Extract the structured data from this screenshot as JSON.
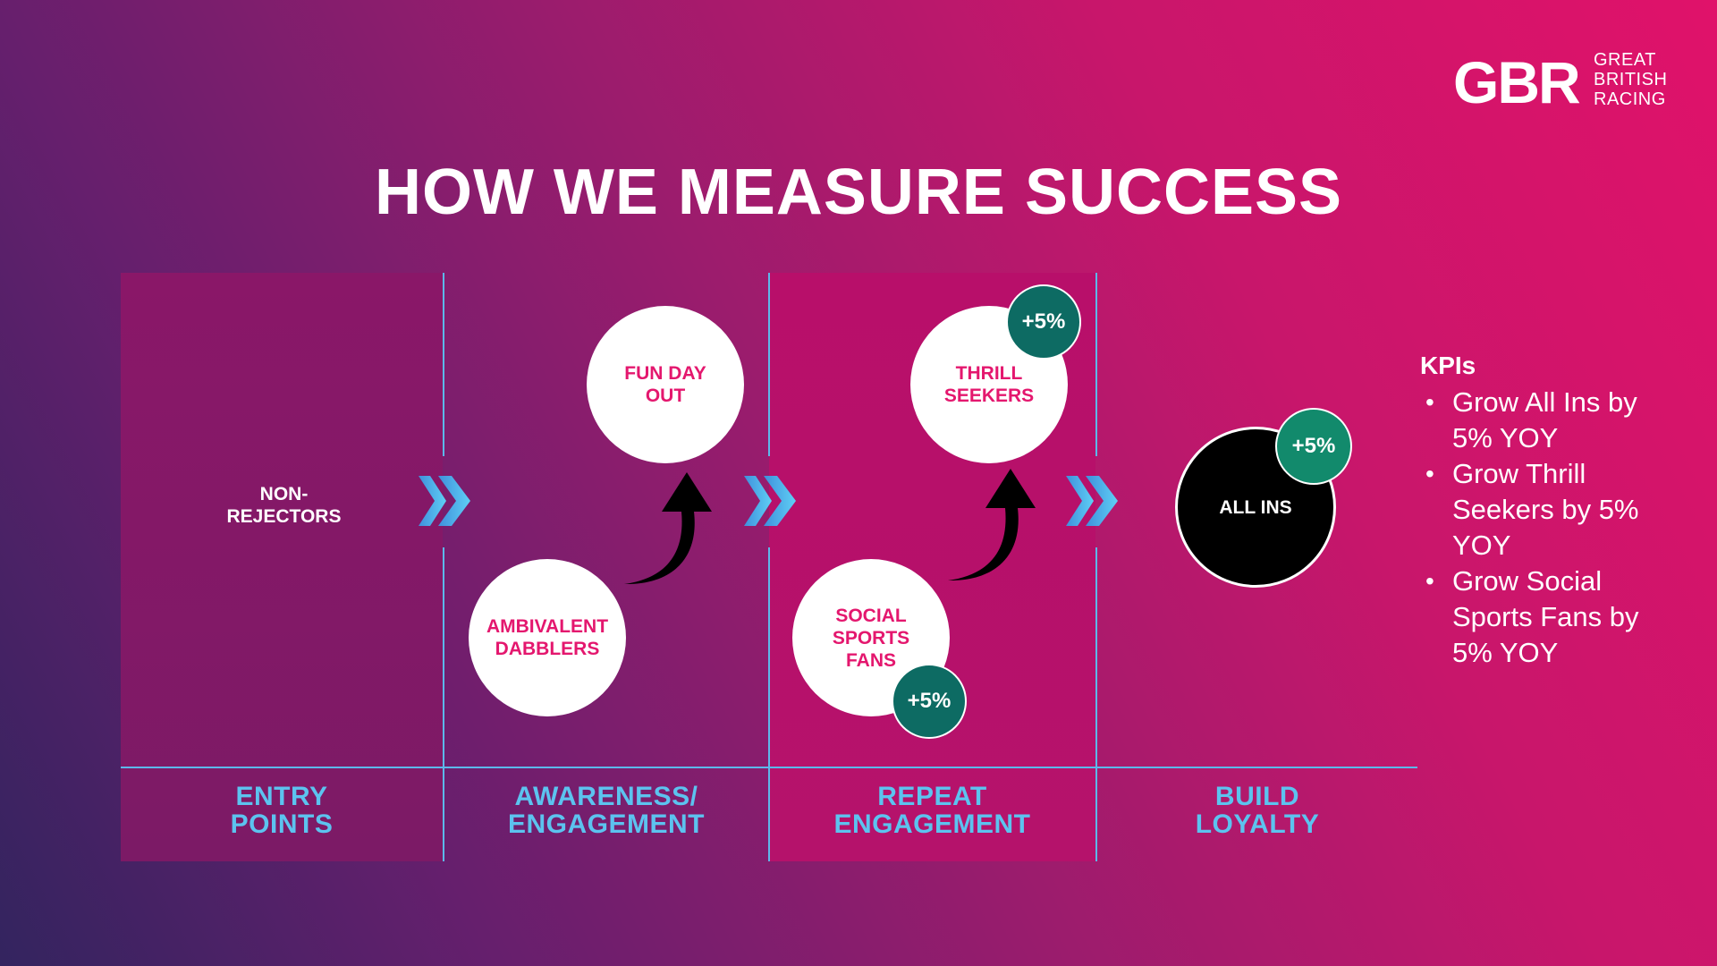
{
  "logo": {
    "letters": "GBR",
    "words": [
      "GREAT",
      "BRITISH",
      "RACING"
    ]
  },
  "title": "HOW WE MEASURE SUCCESS",
  "stages": [
    {
      "lines": [
        "ENTRY",
        "POINTS"
      ]
    },
    {
      "lines": [
        "AWARENESS/",
        "ENGAGEMENT"
      ]
    },
    {
      "lines": [
        "REPEAT",
        "ENGAGEMENT"
      ]
    },
    {
      "lines": [
        "BUILD",
        "LOYALTY"
      ]
    }
  ],
  "segments": {
    "non_rejectors": [
      "NON-",
      "REJECTORS"
    ],
    "fun_day_out": [
      "FUN DAY",
      "OUT"
    ],
    "ambivalent_dabblers": [
      "AMBIVALENT",
      "DABBLERS"
    ],
    "thrill_seekers": [
      "THRILL",
      "SEEKERS"
    ],
    "social_sports_fans": [
      "SOCIAL",
      "SPORTS",
      "FANS"
    ],
    "all_ins": [
      "ALL INS"
    ]
  },
  "badges": {
    "thrill_seekers": "+5%",
    "social_sports_fans": "+5%",
    "all_ins": "+5%"
  },
  "kpis": {
    "heading": "KPIs",
    "items": [
      "Grow All Ins by 5% YOY",
      "Grow Thrill Seekers by 5% YOY",
      "Grow Social Sports Fans by 5% YOY"
    ]
  },
  "colors": {
    "accent_blue": "#5cc3ef",
    "segment_text": "#e4176e",
    "badge_teal": "#0d6b63",
    "badge_green": "#128a6c"
  }
}
